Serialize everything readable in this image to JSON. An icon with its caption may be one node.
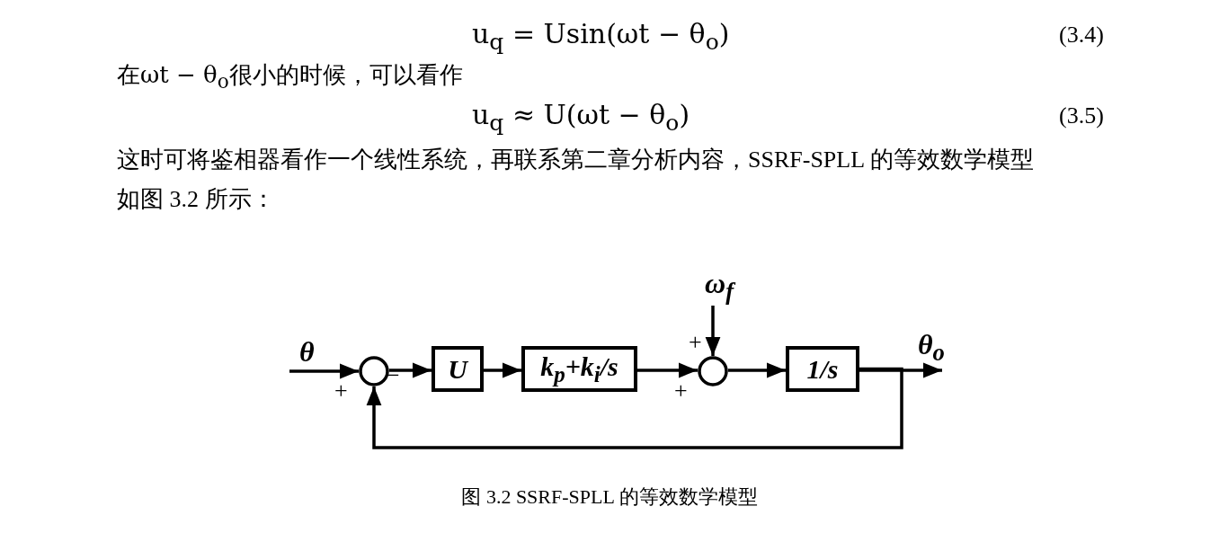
{
  "diagram": {
    "caption": "图 3.2 SSRF-SPLL 的等效数学模型",
    "nodes": [
      {
        "text": [],
        "shape": "circle"
      },
      {
        "text": [
          "U"
        ]
      },
      {
        "text": [
          "k$_{p}$+k$_{i}$/s"
        ]
      },
      {
        "text": [],
        "shape": "circle"
      },
      {
        "text": [
          "ω$_{f}$"
        ]
      },
      {
        "text": [
          "1/s"
        ]
      }
    ],
    "edges": [
      {
        "from": null,
        "to": 0,
        "arrow": "to",
        "label": "θ"
      },
      {
        "from": 0,
        "to": 1,
        "arrow": "to"
      },
      {
        "from": 1,
        "to": 2,
        "arrow": "to"
      },
      {
        "from": 2,
        "to": 3,
        "arrow": "to"
      },
      {
        "from": 4,
        "to": 3,
        "arrow": "to"
      },
      {
        "from": 3,
        "to": 5,
        "arrow": "to"
      },
      {
        "from": 5,
        "to": null,
        "arrow": "to",
        "label": "θ$_{o}$"
      },
      {
        "from": 5,
        "to": 0,
        "arrow": "to"
      }
    ],
    "labels": [
      "u$_{q}$ = Usin(ωt − θ$_{o}$)",
      "(3.4)",
      "在ωt − θ$_{o}$很小的时候，可以看作",
      "u$_{q}$ ≈ U(ωt − θ$_{o}$)",
      "(3.5)",
      "这时可将鉴相器看作一个线性系统，再联系第二章分析内容，SSRF-SPLL 的等效数学模型如图 3.2 所示：",
      "+",
      "+",
      "−",
      "+"
    ]
  }
}
